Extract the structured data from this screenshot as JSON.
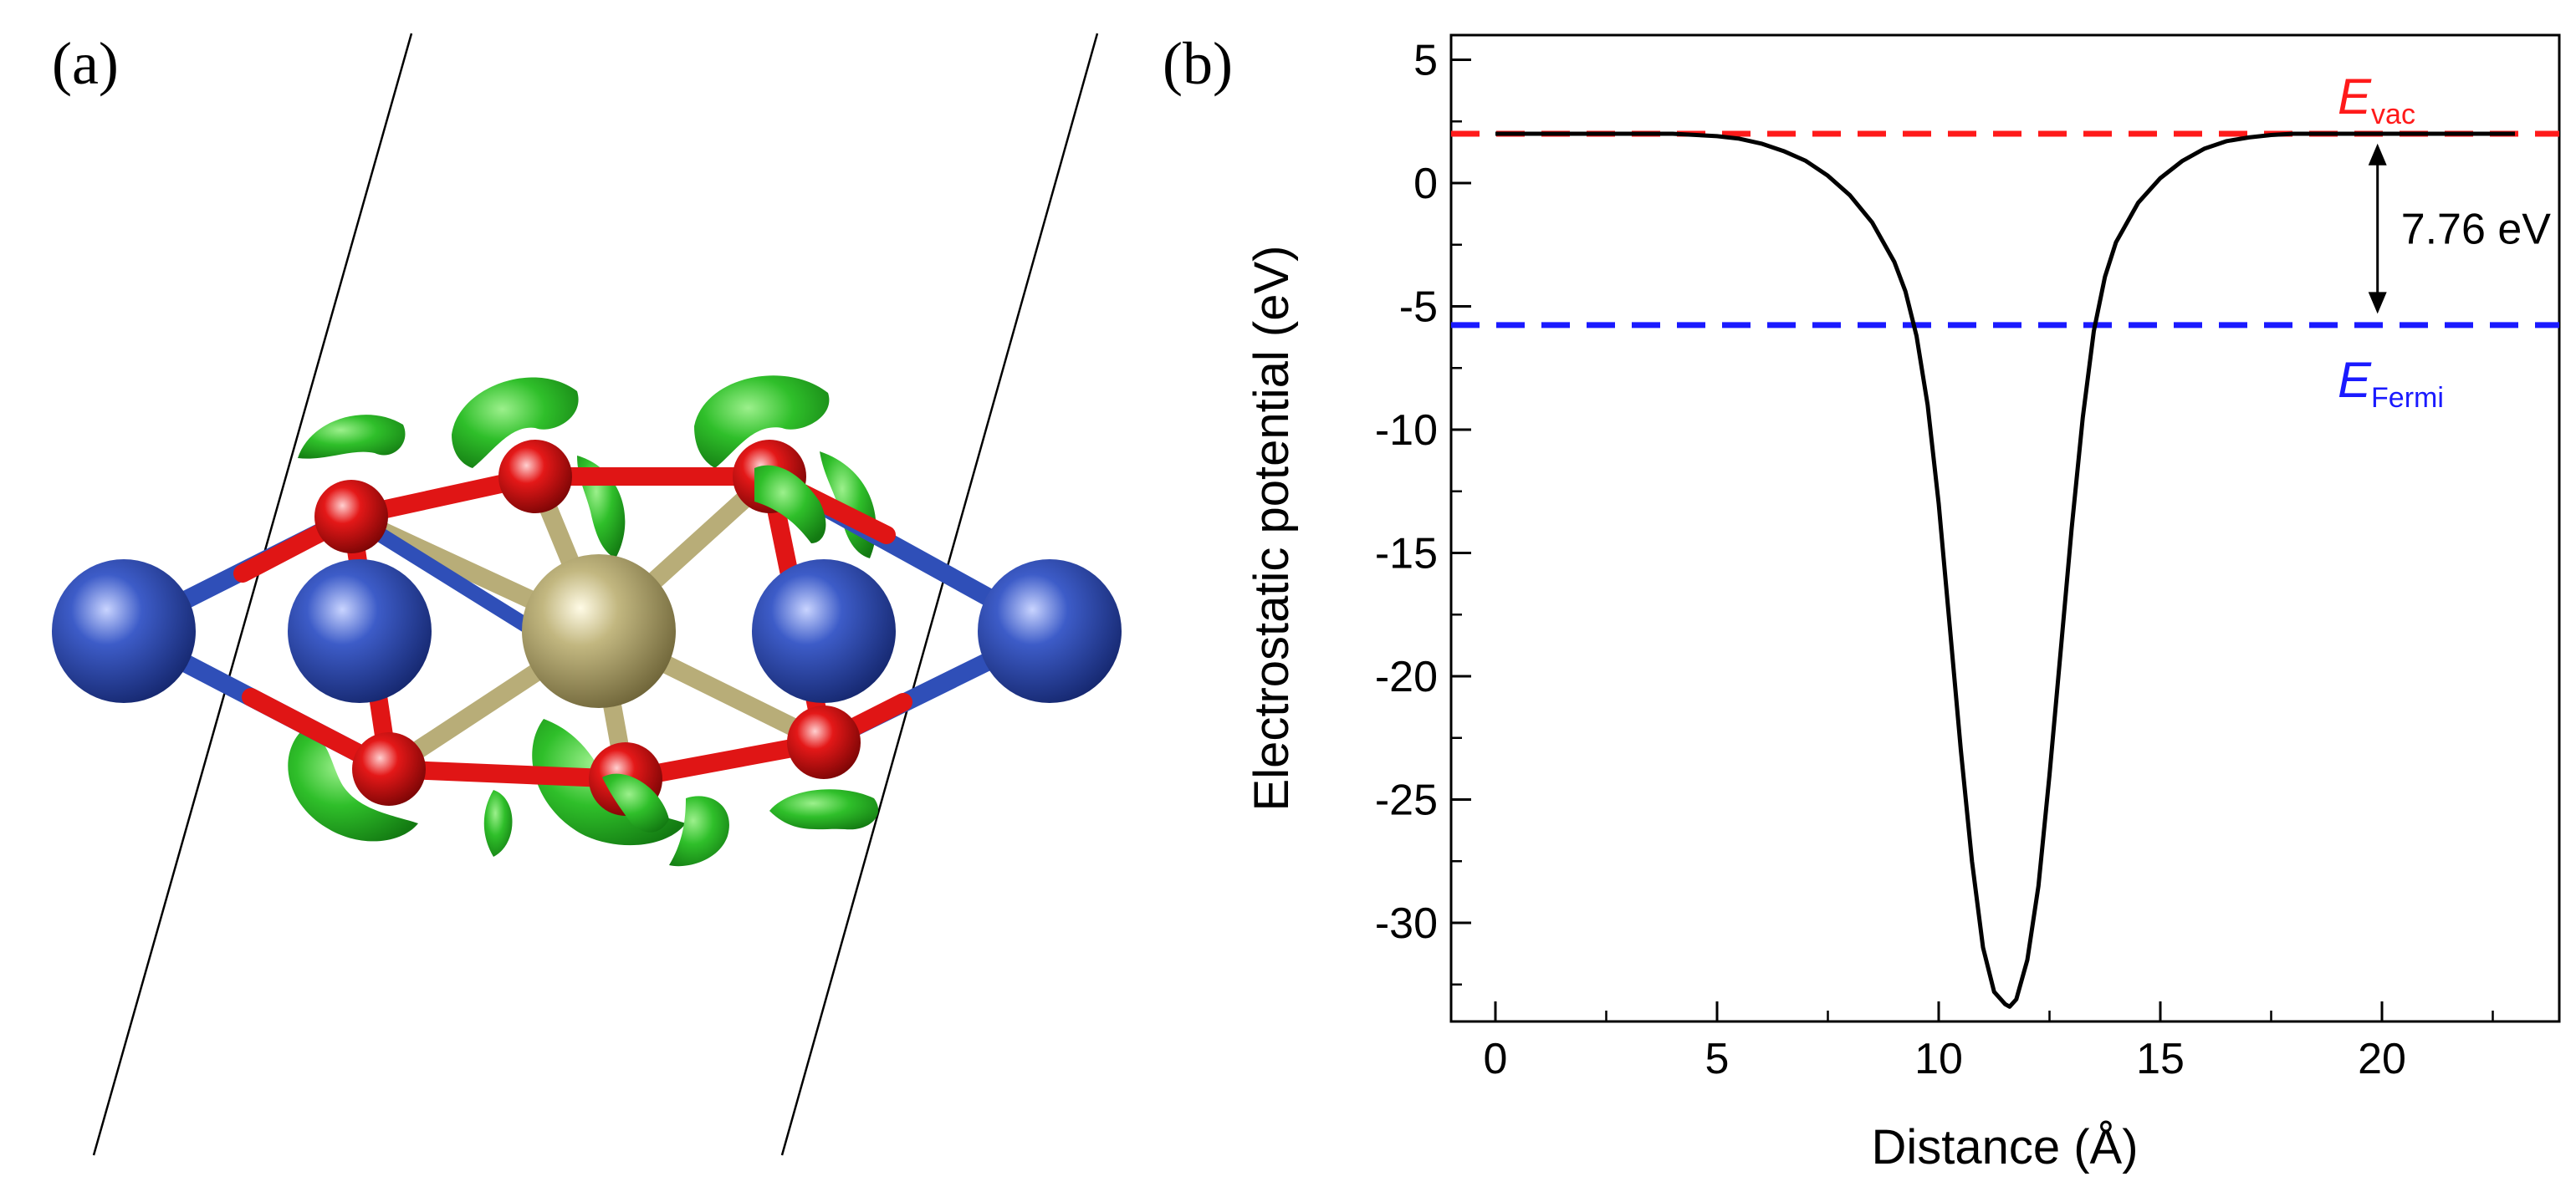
{
  "panels": {
    "a_label": "(a)",
    "b_label": "(b)"
  },
  "colors": {
    "vacuum_line": "#ff1a1a",
    "fermi_line": "#1a1aff",
    "curve": "#000000",
    "atom_blue": "#2f4fb8",
    "atom_gold": "#b8ad78",
    "atom_red": "#e01515",
    "isosurface": "#28c028"
  },
  "chart_data": {
    "type": "line",
    "xlabel": "Distance (Å)",
    "ylabel": "Electrostatic potential (eV)",
    "xlim": [
      -1,
      24
    ],
    "ylim": [
      -34,
      6
    ],
    "xticks": [
      0,
      5,
      10,
      15,
      20
    ],
    "yticks": [
      5,
      0,
      -5,
      -10,
      -15,
      -20,
      -25,
      -30
    ],
    "x_minor_step": 2.5,
    "y_minor_step": 2.5,
    "grid": false,
    "series": [
      {
        "x": [
          0,
          1,
          2,
          3,
          4,
          5,
          5.5,
          6,
          6.5,
          7,
          7.5,
          8,
          8.5,
          9,
          9.25,
          9.5,
          9.75,
          10,
          10.25,
          10.5,
          10.75,
          11,
          11.25,
          11.5,
          11.6,
          11.75,
          12,
          12.25,
          12.5,
          12.75,
          13,
          13.25,
          13.5,
          13.75,
          14,
          14.5,
          15,
          15.5,
          16,
          16.5,
          17,
          17.5,
          18,
          19,
          20,
          21,
          22,
          23
        ],
        "y": [
          2,
          2,
          2,
          2,
          2,
          1.9,
          1.8,
          1.6,
          1.3,
          0.9,
          0.3,
          -0.5,
          -1.6,
          -3.2,
          -4.4,
          -6.2,
          -9.0,
          -13.0,
          -18.0,
          -23.0,
          -27.5,
          -31.0,
          -32.8,
          -33.3,
          -33.4,
          -33.1,
          -31.5,
          -28.5,
          -24.0,
          -19.0,
          -14.0,
          -9.5,
          -6.0,
          -3.8,
          -2.4,
          -0.8,
          0.2,
          0.9,
          1.4,
          1.7,
          1.85,
          1.95,
          2,
          2,
          2,
          2,
          2,
          2
        ]
      }
    ],
    "reference_lines": [
      {
        "label": "E",
        "sub": "vac",
        "y": 2,
        "color": "#ff1a1a"
      },
      {
        "label": "E",
        "sub": "Fermi",
        "y": -5.76,
        "color": "#1a1aff"
      }
    ],
    "annotation": {
      "text": "7.76 eV",
      "x": 19.9,
      "from_y": 1.6,
      "to_y": -5.3
    }
  }
}
